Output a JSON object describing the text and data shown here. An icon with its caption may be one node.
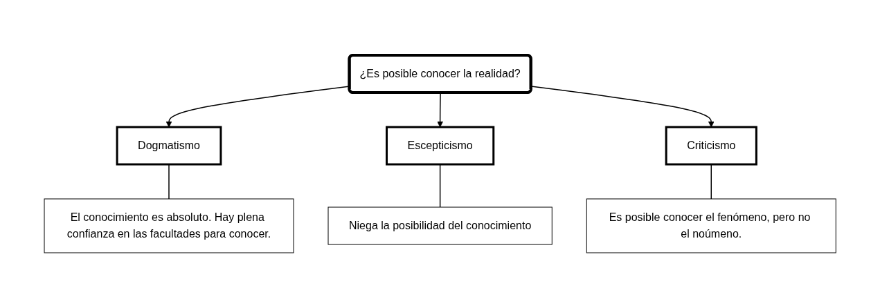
{
  "diagram": {
    "nodes": [
      {
        "text": [
          "¿Es posible conocer la realidad?"
        ]
      },
      {
        "text": [
          "Dogmatismo"
        ]
      },
      {
        "text": [
          "Escepticismo"
        ]
      },
      {
        "text": [
          "Criticismo"
        ]
      },
      {
        "text": [
          "El conocimiento es absoluto. Hay plena confianza en las facultades para conocer."
        ]
      },
      {
        "text": [
          "Niega la posibilidad del conocimiento"
        ]
      },
      {
        "text": [
          "Es posible conocer el fenómeno, pero no el noúmeno."
        ]
      }
    ],
    "edges": [
      {
        "from": 0,
        "to": 1,
        "arrow": "to"
      },
      {
        "from": 0,
        "to": 2,
        "arrow": "to"
      },
      {
        "from": 0,
        "to": 3,
        "arrow": "to"
      },
      {
        "from": 1,
        "to": 4,
        "arrow": "none"
      },
      {
        "from": 2,
        "to": 5,
        "arrow": "none"
      },
      {
        "from": 3,
        "to": 6,
        "arrow": "none"
      }
    ]
  }
}
